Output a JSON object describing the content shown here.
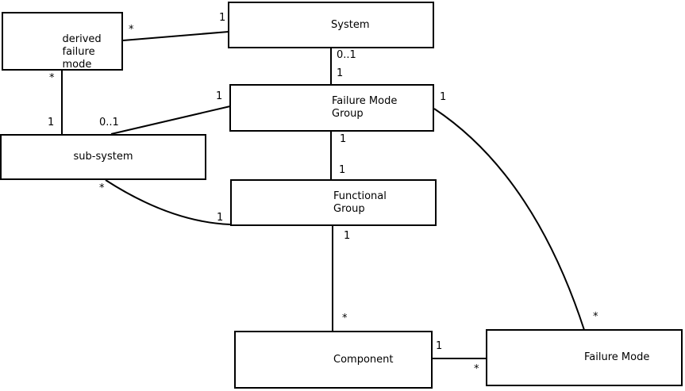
{
  "diagram": {
    "colors": {
      "background": "#ffffff",
      "line": "#000000",
      "text": "#000000"
    },
    "nodes": [
      {
        "id": "derived-failure-mode",
        "label": "derived\nfailure\nmode"
      },
      {
        "id": "system",
        "label": "System"
      },
      {
        "id": "failure-mode-group",
        "label": "Failure Mode\nGroup"
      },
      {
        "id": "sub-system",
        "label": "sub-system"
      },
      {
        "id": "functional-group",
        "label": "Functional\nGroup"
      },
      {
        "id": "component",
        "label": "Component"
      },
      {
        "id": "failure-mode",
        "label": "Failure Mode"
      }
    ],
    "relationships": [
      {
        "from": "derived failure mode",
        "to": "System",
        "from_mult": "*",
        "to_mult": "1"
      },
      {
        "from": "sub-system",
        "to": "derived failure mode",
        "from_mult": "1",
        "to_mult": "*"
      },
      {
        "from": "sub-system",
        "to": "Failure Mode Group",
        "from_mult": "0..1",
        "to_mult": "1"
      },
      {
        "from": "System",
        "to": "Failure Mode Group",
        "from_mult": "0..1",
        "to_mult": "1"
      },
      {
        "from": "Failure Mode Group",
        "to": "Functional Group",
        "from_mult": "1",
        "to_mult": "1"
      },
      {
        "from": "Failure Mode Group",
        "to": "Failure Mode",
        "from_mult": "1",
        "to_mult": "*"
      },
      {
        "from": "Functional Group",
        "to": "Component",
        "from_mult": "1",
        "to_mult": "*"
      },
      {
        "from": "sub-system",
        "to": "Functional Group",
        "from_mult": "*",
        "to_mult": "1"
      },
      {
        "from": "Component",
        "to": "Failure Mode",
        "from_mult": "1",
        "to_mult": "*"
      }
    ]
  }
}
